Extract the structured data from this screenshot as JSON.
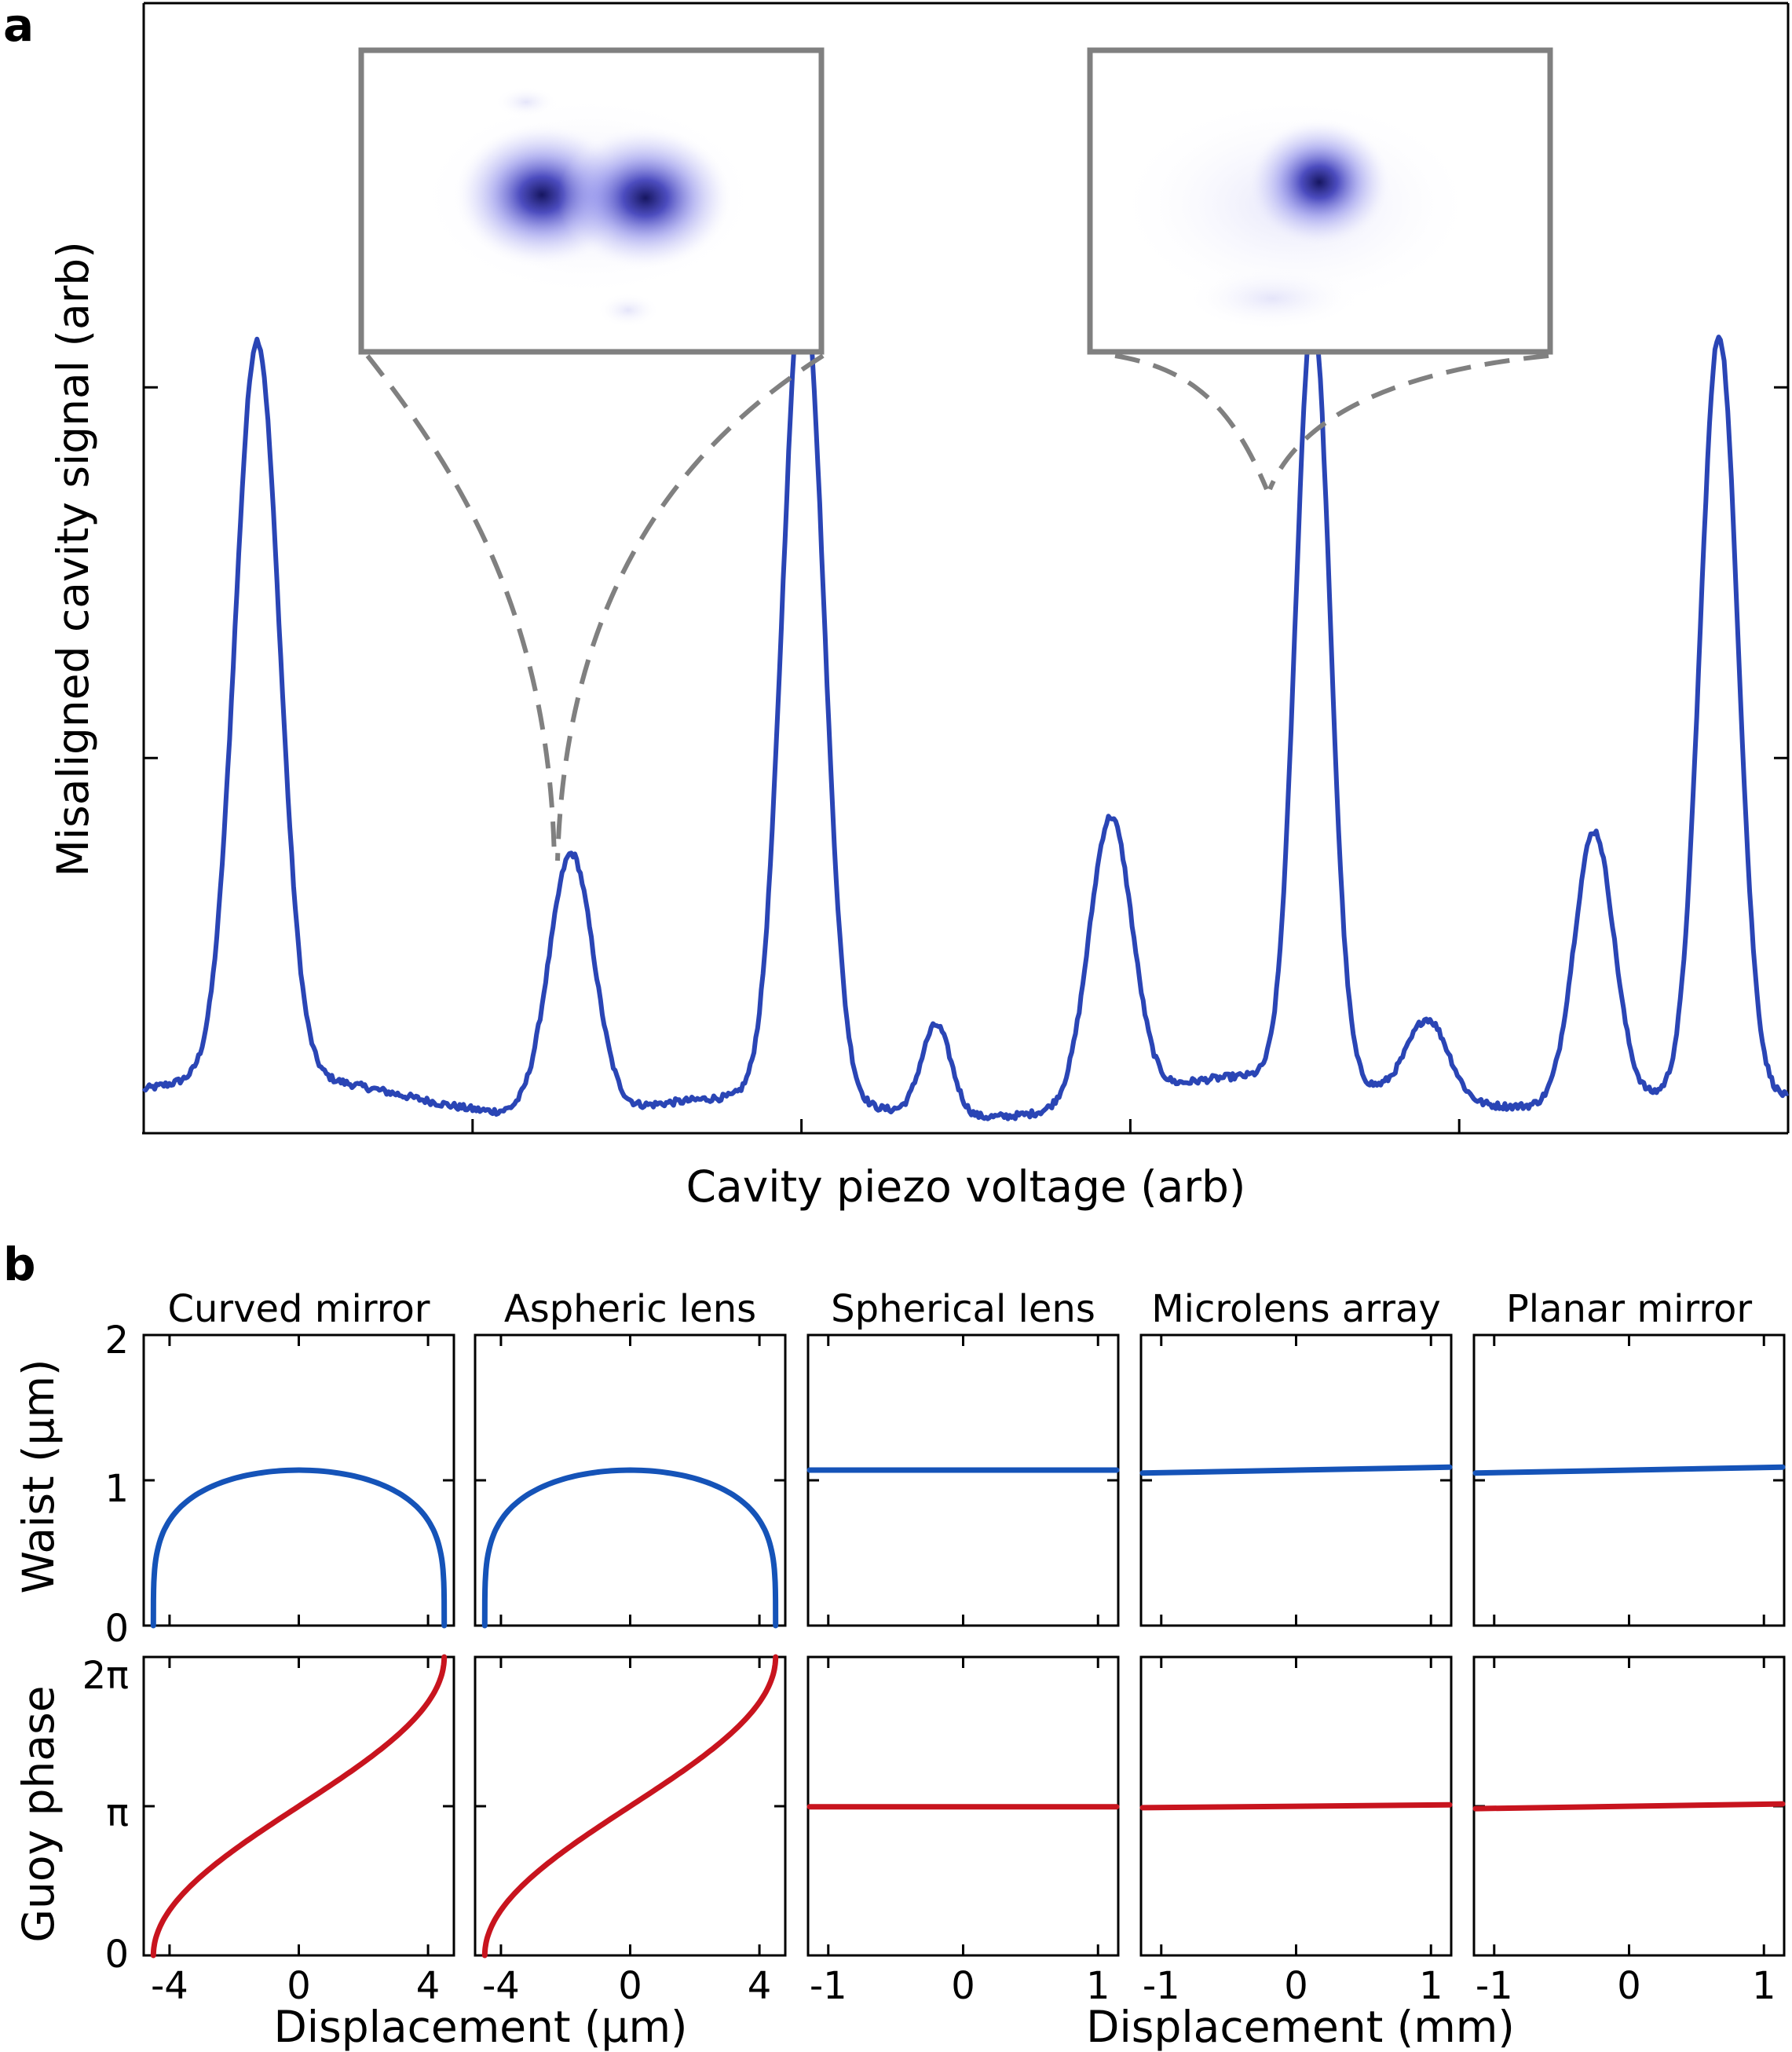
{
  "panel_a": {
    "letter": "a",
    "xlabel": "Cavity piezo voltage (arb)",
    "ylabel": "Misaligned cavity signal (arb)",
    "colors": {
      "trace": "#2a45b5",
      "frame": "#808080",
      "spot": "#2a2a9a"
    }
  },
  "panel_b": {
    "letter": "b",
    "row_labels": {
      "waist": "Waist (µm)",
      "guoy": "Guoy phase"
    },
    "xlabel_left": "Displacement (µm)",
    "xlabel_right": "Displacement (mm)",
    "waist_yticks": [
      "0",
      "1",
      "2"
    ],
    "phase_yticks": [
      "0",
      "π",
      "2π"
    ],
    "colors": {
      "waist": "#1553b8",
      "phase": "#c8141e"
    }
  },
  "chart_data": [
    {
      "type": "line",
      "panel": "a",
      "xlabel": "Cavity piezo voltage (arb)",
      "ylabel": "Misaligned cavity signal (arb)",
      "xlim": [
        0,
        1
      ],
      "ylim": [
        0,
        1
      ],
      "peaks": [
        {
          "x": 0.069,
          "height": 0.65,
          "width": 0.0135
        },
        {
          "x": 0.26,
          "height": 0.23,
          "width": 0.0135
        },
        {
          "x": 0.401,
          "height": 0.73,
          "width": 0.0125
        },
        {
          "x": 0.482,
          "height": 0.08,
          "width": 0.009
        },
        {
          "x": 0.588,
          "height": 0.25,
          "width": 0.013
        },
        {
          "x": 0.711,
          "height": 0.68,
          "width": 0.0105
        },
        {
          "x": 0.781,
          "height": 0.07,
          "width": 0.0125
        },
        {
          "x": 0.882,
          "height": 0.24,
          "width": 0.012
        },
        {
          "x": 0.958,
          "height": 0.67,
          "width": 0.0115
        }
      ],
      "insets": [
        "two-lobe transverse mode",
        "single-lobe transverse mode"
      ]
    },
    {
      "type": "line",
      "panel": "b",
      "columns": [
        {
          "title": "Curved mirror",
          "x_unit": "µm",
          "xlim": [
            -4.8,
            4.8
          ],
          "xticks": [
            "-4",
            "0",
            "4"
          ],
          "curve": "confocal",
          "waist_max_um": 1.07,
          "phase_range": [
            0,
            6.283
          ]
        },
        {
          "title": "Aspheric lens",
          "x_unit": "µm",
          "xlim": [
            -4.8,
            4.8
          ],
          "xticks": [
            "-4",
            "0",
            "4"
          ],
          "curve": "confocal",
          "waist_max_um": 1.07,
          "phase_range": [
            0,
            6.283
          ]
        },
        {
          "title": "Spherical lens",
          "x_unit": "mm",
          "xlim": [
            -1.15,
            1.15
          ],
          "xticks": [
            "-1",
            "0",
            "1"
          ],
          "curve": "flat",
          "waist_um": [
            1.07,
            1.07
          ],
          "phase": [
            3.13,
            3.13
          ]
        },
        {
          "title": "Microlens array",
          "x_unit": "mm",
          "xlim": [
            -1.15,
            1.15
          ],
          "xticks": [
            "-1",
            "0",
            "1"
          ],
          "curve": "flat",
          "waist_um": [
            1.05,
            1.09
          ],
          "phase": [
            3.11,
            3.17
          ]
        },
        {
          "title": "Planar mirror",
          "x_unit": "mm",
          "xlim": [
            -1.15,
            1.15
          ],
          "xticks": [
            "-1",
            "0",
            "1"
          ],
          "curve": "flat",
          "waist_um": [
            1.05,
            1.09
          ],
          "phase": [
            3.09,
            3.19
          ]
        }
      ],
      "waist_ylim": [
        0,
        2
      ],
      "phase_ylim": [
        0,
        6.283
      ]
    }
  ]
}
